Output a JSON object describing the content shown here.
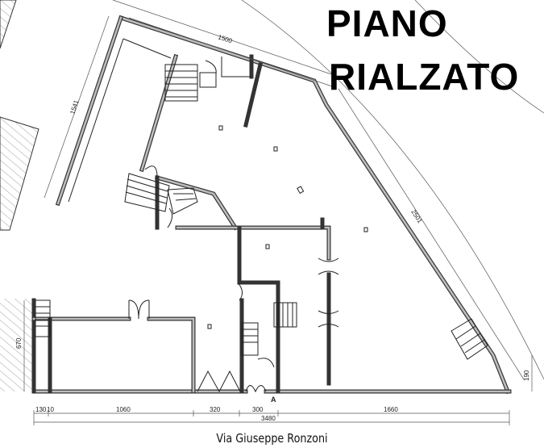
{
  "title": {
    "line1": "PIANO",
    "line2": "RIALZATO"
  },
  "street_name": "Via Giuseppe Ronzoni",
  "dimensions": {
    "top_wall": "1500",
    "left_wall": "1541",
    "diagonal_wall": "2501",
    "left_bottom": "670",
    "right_bottom": "190",
    "bottom_segments": [
      "130",
      "10",
      "1060",
      "320",
      "300",
      "1660"
    ],
    "bottom_total": "3480"
  },
  "markers": {
    "section_marker": "A"
  },
  "colors": {
    "wall_fill": "#c8c8c8",
    "wall_stroke": "#222222",
    "background": "#ffffff"
  }
}
